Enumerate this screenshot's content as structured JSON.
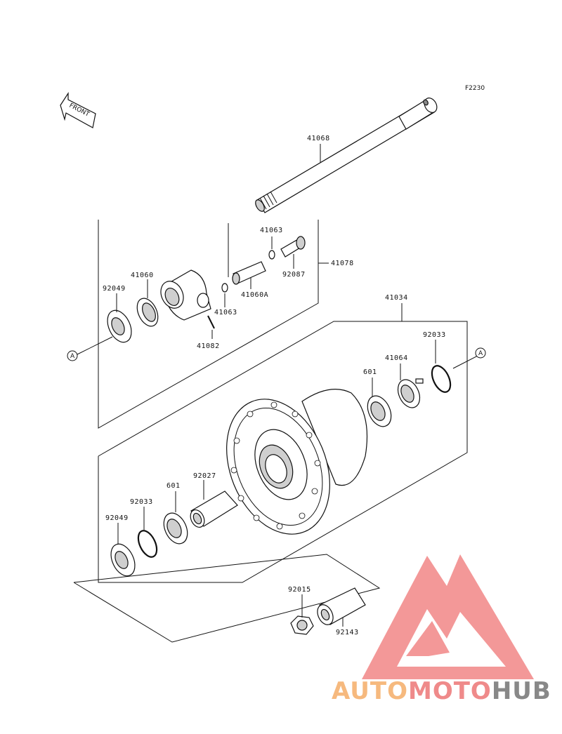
{
  "figure_code": "F2230",
  "front_arrow_label": "FRONT",
  "reference_marker": "A",
  "part_numbers": {
    "axle": "41068",
    "axle_assembly": "41078",
    "gear_housing": "41060",
    "seal_left_top": "92049",
    "washer_upper": "41063",
    "washer_lower": "41063",
    "spacer_92087": "92087",
    "drive_gear": "41060A",
    "pin": "41082",
    "hub_assembly": "41034",
    "circlip_right": "92033",
    "hub_plate": "41064",
    "bearing_right": "601",
    "sleeve": "92027",
    "bearing_left": "601",
    "circlip_left": "92033",
    "seal_left_bottom": "92049",
    "axle_nut": "92015",
    "collar": "92143"
  },
  "watermark": {
    "part1": "AUTO",
    "part2": "MOTO",
    "part3": "HUB",
    "color1": "#f6b97e",
    "color2": "#ef8a8a",
    "color3": "#888888",
    "logo_color": "#f07d7d"
  }
}
